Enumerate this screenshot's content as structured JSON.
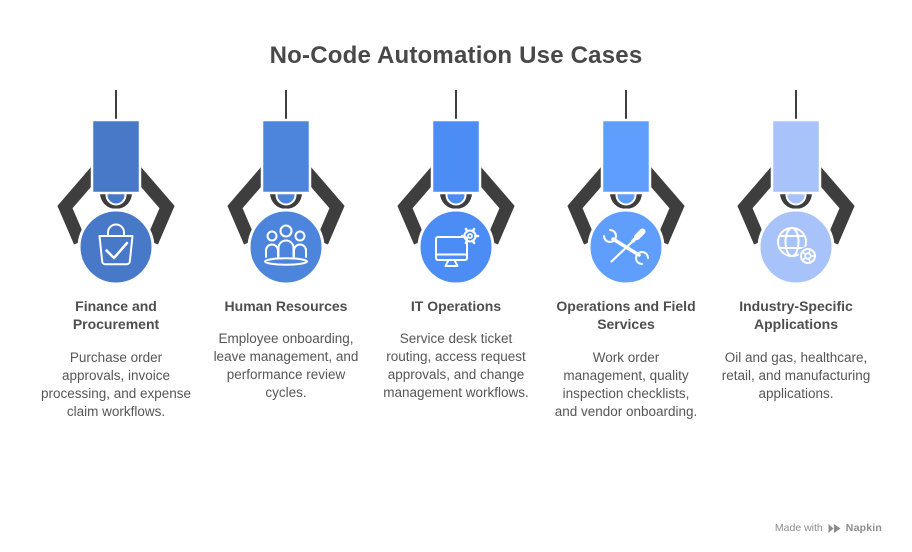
{
  "title": "No-Code Automation Use Cases",
  "colors": {
    "claw": "#3e3e3e",
    "background": "#ffffff",
    "icon_stroke": "#ffffff",
    "title_text": "#484848",
    "heading_text": "#4e4e4e",
    "body_text": "#565656",
    "credit_text": "#8c8c8c"
  },
  "columns": [
    {
      "title": "Finance and Procurement",
      "description": "Purchase order approvals, invoice processing, and expense claim workflows.",
      "color": "#4878c8",
      "icon": "shopping-bag-check"
    },
    {
      "title": "Human Resources",
      "description": "Employee onboarding, leave management, and performance review cycles.",
      "color": "#4e85dc",
      "icon": "team"
    },
    {
      "title": "IT Operations",
      "description": "Service desk ticket routing, access request approvals, and change management workflows.",
      "color": "#4c8cf5",
      "icon": "monitor-gear"
    },
    {
      "title": "Operations and Field Services",
      "description": "Work order management, quality inspection checklists, and vendor onboarding.",
      "color": "#5f9efc",
      "icon": "wrench-screwdriver"
    },
    {
      "title": "Industry-Specific Applications",
      "description": "Oil and gas, healthcare, retail, and manufacturing applications.",
      "color": "#a8c3f9",
      "icon": "globe-wheel"
    }
  ],
  "credit": {
    "prefix": "Made with",
    "brand": "Napkin"
  }
}
